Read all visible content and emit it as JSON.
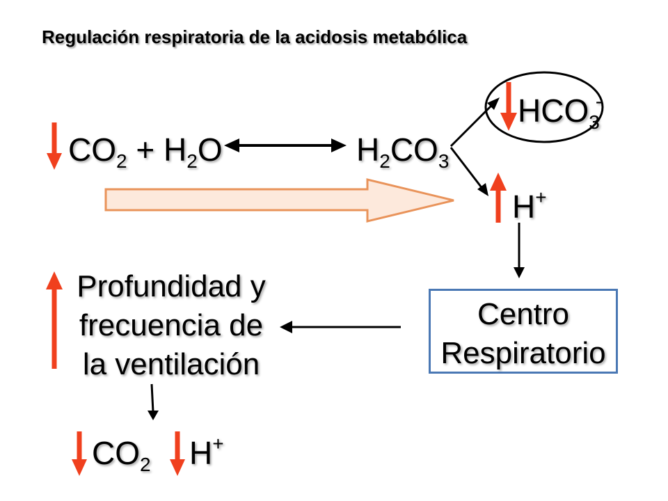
{
  "title": "Regulación respiratoria de la acidosis metabólica",
  "reaction": {
    "co2": "CO",
    "co2_sub": "2",
    "plus": "+",
    "h2o_h": "H",
    "h2o_sub": "2",
    "h2o_o": "O",
    "h2co3_h": "H",
    "h2co3_sub1": "2",
    "h2co3_co": "CO",
    "h2co3_sub2": "3"
  },
  "bicarbonate": {
    "base": "HCO",
    "sub": "3",
    "charge": "-"
  },
  "proton": {
    "base": "H",
    "charge": "+"
  },
  "centro": {
    "line1": "Centro",
    "line2": "Respiratorio"
  },
  "ventilation": {
    "line1": "Profundidad y",
    "line2": "frecuencia de",
    "line3": "la ventilación"
  },
  "result": {
    "co2_base": "CO",
    "co2_sub": "2",
    "h_base": "H",
    "h_charge": "+"
  },
  "colors": {
    "red_arrow": "#f0401e",
    "orange_outline": "#e9935a",
    "box_border": "#4a78b4",
    "black": "#000000"
  },
  "icons": {
    "decrease": "red-down-arrow-icon",
    "increase": "red-up-arrow-icon"
  }
}
